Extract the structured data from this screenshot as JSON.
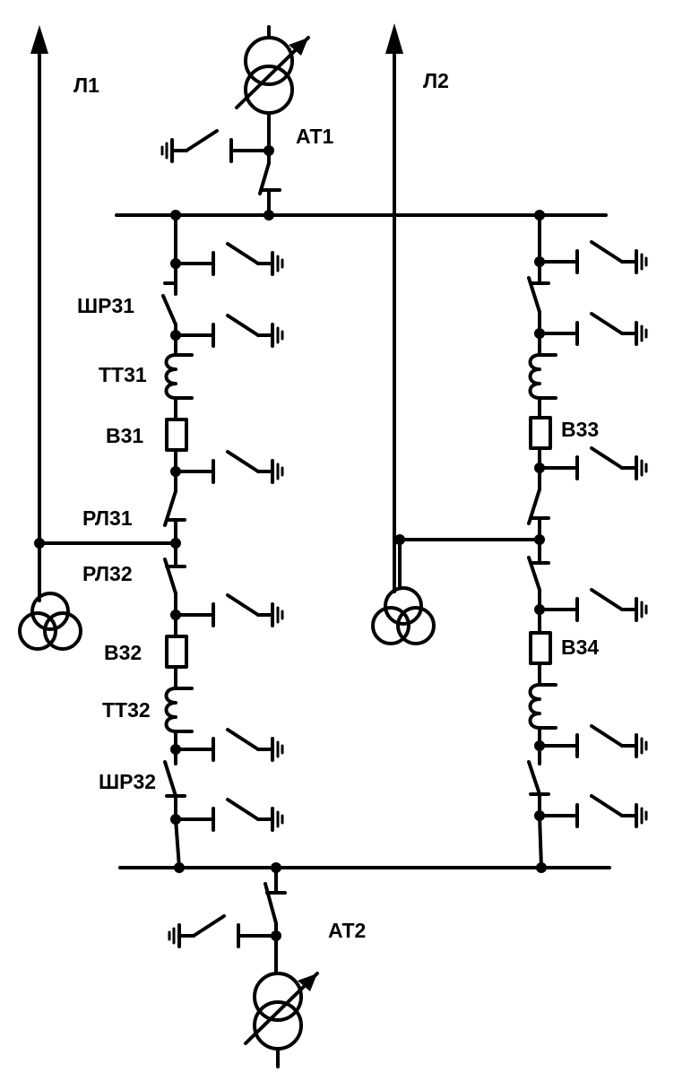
{
  "labels": {
    "line1": "Л1",
    "line2": "Л2",
    "at1": "АТ1",
    "at2": "АТ2",
    "shr31": "ШР31",
    "tt31": "ТТ31",
    "v31": "В31",
    "rl31": "РЛ31",
    "rl32": "РЛ32",
    "v32": "В32",
    "tt32": "ТТ32",
    "shr32": "ШР32",
    "v33": "В33",
    "v34": "В34"
  },
  "icons": {
    "autotransformer": "autotransformer-icon",
    "voltage_transformer": "voltage-transformer-icon",
    "current_transformer": "current-transformer-icon",
    "circuit_breaker": "circuit-breaker-icon",
    "disconnector": "disconnector-icon",
    "earthing_switch": "earthing-switch-icon",
    "arrow": "arrow-up-icon"
  },
  "colors": {
    "line": "#000000",
    "background": "#ffffff"
  }
}
